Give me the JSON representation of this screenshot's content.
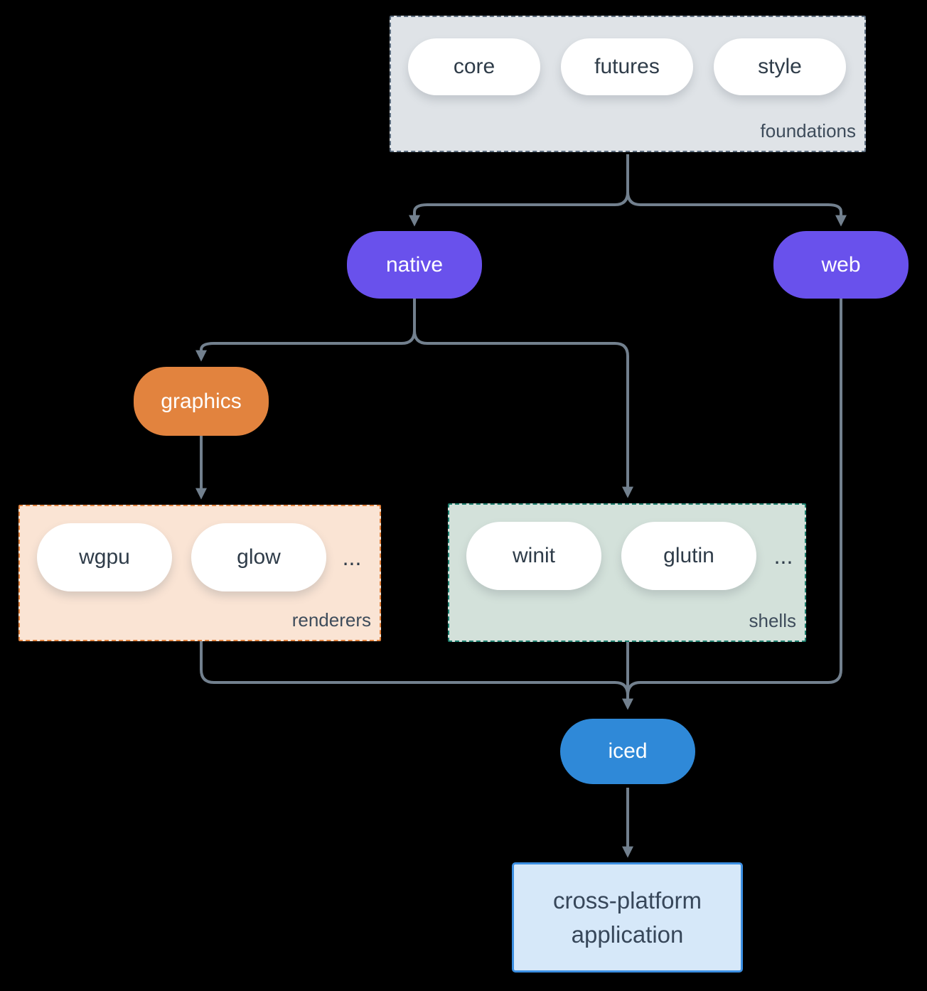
{
  "diagram": {
    "groups": {
      "foundations": {
        "label": "foundations",
        "pills": [
          "core",
          "futures",
          "style"
        ]
      },
      "renderers": {
        "label": "renderers",
        "pills": [
          "wgpu",
          "glow"
        ],
        "ellipsis": "..."
      },
      "shells": {
        "label": "shells",
        "pills": [
          "winit",
          "glutin"
        ],
        "ellipsis": "..."
      }
    },
    "nodes": {
      "native": "native",
      "web": "web",
      "graphics": "graphics",
      "iced": "iced",
      "app_line1": "cross-platform",
      "app_line2": "application"
    },
    "colors": {
      "background": "#000000",
      "edge": "#72808e",
      "purple_node": "#6951ec",
      "orange_node": "#e2833e",
      "blue_node": "#2f89d8",
      "foundations_fill": "#dfe3e7",
      "foundations_border": "#5d6e80",
      "renderers_fill": "#fae4d4",
      "renderers_border": "#e2833e",
      "shells_fill": "#d3e1da",
      "shells_border": "#1e7f6e",
      "app_fill": "#d6e8f9",
      "app_border": "#3c8fe2",
      "dark_text": "#2f3c49",
      "label_text": "#3e4c5b"
    }
  }
}
